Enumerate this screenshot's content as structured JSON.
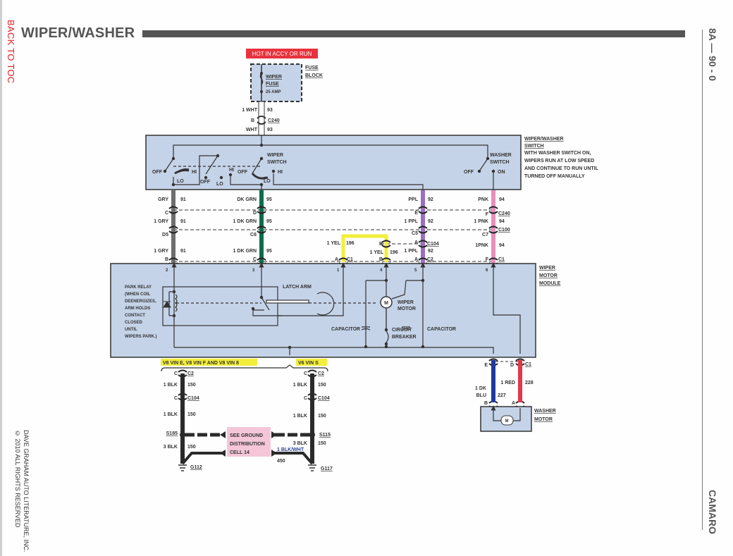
{
  "sidebar": {
    "back_to_toc": "BACK TO TOC",
    "copyright_line1": "DAVE GRAHAM AUTO LITERATURE, INC.",
    "copyright_line2": "© 2010 ALL RIGHTS RESERVED"
  },
  "header": {
    "title": "WIPER/WASHER",
    "page_number": "8A — 90 - 0",
    "vehicle": "CAMARO"
  },
  "colors": {
    "module_fill": "#c5d3e8",
    "hot_label_bg": "#e8323d",
    "gray_wire": "#6e6e6e",
    "dk_grn_wire": "#0f6b4e",
    "ppl_wire": "#9b6fc0",
    "pnk_wire": "#e98fb8",
    "yel_wire": "#f3ee3a",
    "blk_wire": "#2a2a2a",
    "dk_blu_wire": "#1f3a9e",
    "red_wire": "#e2384a",
    "callout_pink": "#f4c6d8",
    "vin_highlight": "#f3ee3a"
  },
  "diagram": {
    "hot_label": "HOT IN ACCY OR RUN",
    "fuse_block": {
      "label_line1": "FUSE",
      "label_line2": "BLOCK",
      "fuse_name_line1": "WIPER",
      "fuse_name_line2": "FUSE",
      "rating": "25 AMP"
    },
    "feed_wire": {
      "upper_color": "1 WHT",
      "upper_circuit": "93",
      "connector_pin": "B",
      "connector": "C240",
      "lower_color": "WHT",
      "lower_circuit": "93"
    },
    "switch": {
      "title_line1": "WIPER/WASHER",
      "title_line2": "SWITCH",
      "note": [
        "WITH WASHER SWITCH ON,",
        "WIPERS RUN AT LOW SPEED",
        "AND CONTINUE TO RUN UNTIL",
        "TURNED OFF MANUALLY"
      ],
      "wiper_switch_label_line1": "WIPER",
      "wiper_switch_label_line2": "SWITCH",
      "washer_switch_label_line1": "WASHER",
      "washer_switch_label_line2": "SWITCH",
      "positions": {
        "off": "OFF",
        "hi": "HI",
        "lo": "LO",
        "on": "ON"
      }
    },
    "wires": [
      {
        "id": "gry",
        "upper": "GRY",
        "mid": "1 GRY",
        "lower": "1 GRY",
        "circuit": "91",
        "pin_c240": "C",
        "pin_c100": "D5",
        "pin_c1": "B",
        "module_pin": "2"
      },
      {
        "id": "dkgrn",
        "upper": "DK GRN",
        "mid": "1 DK GRN",
        "lower": "1 DK GRN",
        "circuit": "95",
        "pin_c240": "D",
        "pin_c100": "C6",
        "pin_c1": "C",
        "module_pin": "3"
      },
      {
        "id": "ppl",
        "upper": "PPL",
        "mid": "1 PPL",
        "lower": "1 PPL",
        "circuit": "92",
        "pin_c240": "E",
        "pin_c100": "C5",
        "pin_c104": "A",
        "pin_c2": "A",
        "module_pin": "5"
      },
      {
        "id": "pnk",
        "upper": "PNK",
        "mid": "1 PNK",
        "lower": "1PNK",
        "circuit": "94",
        "pin_c240": "F",
        "pin_c100": "C7",
        "pin_c1": "F",
        "module_pin": "6"
      }
    ],
    "yellow_wire": {
      "left_label": "1 YEL",
      "right_label": "1 YEL",
      "circuit": "196",
      "pin_c1": "A",
      "pin_c104": "B",
      "pin_c2": "B",
      "module_pin_left": "1",
      "module_pin_right": "4"
    },
    "connectors": {
      "c240": "C240",
      "c100": "C100",
      "c104": "C104",
      "c1": "C1",
      "c2": "C2"
    },
    "module": {
      "title_line1": "WIPER",
      "title_line2": "MOTOR",
      "title_line3": "MODULE",
      "park_relay_note": [
        "PARK RELAY",
        "(WHEN COIL",
        "DEENERGIZES,",
        "ARM HOLDS",
        "CONTACT",
        "CLOSED",
        "UNTIL",
        "WIPERS PARK.)"
      ],
      "latch_arm": "LATCH ARM",
      "motor_line1": "WIPER",
      "motor_line2": "MOTOR",
      "motor_symbol": "M",
      "capacitor_left": "CAPACITOR",
      "capacitor_right": "CAPACITOR",
      "breaker_line1": "CIRCUIT",
      "breaker_line2": "BREAKER"
    },
    "ground": {
      "v8_label": "V8 VIN E, V8 VIN F AND V8 VIN  8",
      "v6_label": "V6 VIN S",
      "left": {
        "pin_c2": "C",
        "conn_c2": "C2",
        "wire1": "1 BLK",
        "circuit": "150",
        "pin_c104": "C",
        "conn_c104": "C104",
        "wire2": "1 BLK",
        "splice": "S185",
        "wire3": "3 BLK",
        "ground": "G112"
      },
      "right": {
        "pin_c2": "C",
        "conn_c2": "C2",
        "wire1": "1 BLK",
        "circuit": "150",
        "pin_c104": "C",
        "conn_c104": "C104",
        "wire2": "1 BLK",
        "splice": "S115",
        "wire3": "3 BLK",
        "ground": "G117",
        "extra_wire": "1 BLK/WHT",
        "extra_circuit": "450"
      },
      "callout": [
        "SEE GROUND",
        "DISTRIBUTION",
        "CELL 14"
      ]
    },
    "washer_motor": {
      "title_line1": "WASHER",
      "title_line2": "MOTOR",
      "blu_pin_top": "E",
      "red_pin_top": "D",
      "conn": "C1",
      "blu_wire_line1": "1 DK",
      "blu_wire_line2": "BLU",
      "blu_circuit": "227",
      "red_wire": "1 RED",
      "red_circuit": "228",
      "blu_pin_bottom": "B",
      "red_pin_bottom": "A",
      "motor_symbol": "M"
    }
  }
}
